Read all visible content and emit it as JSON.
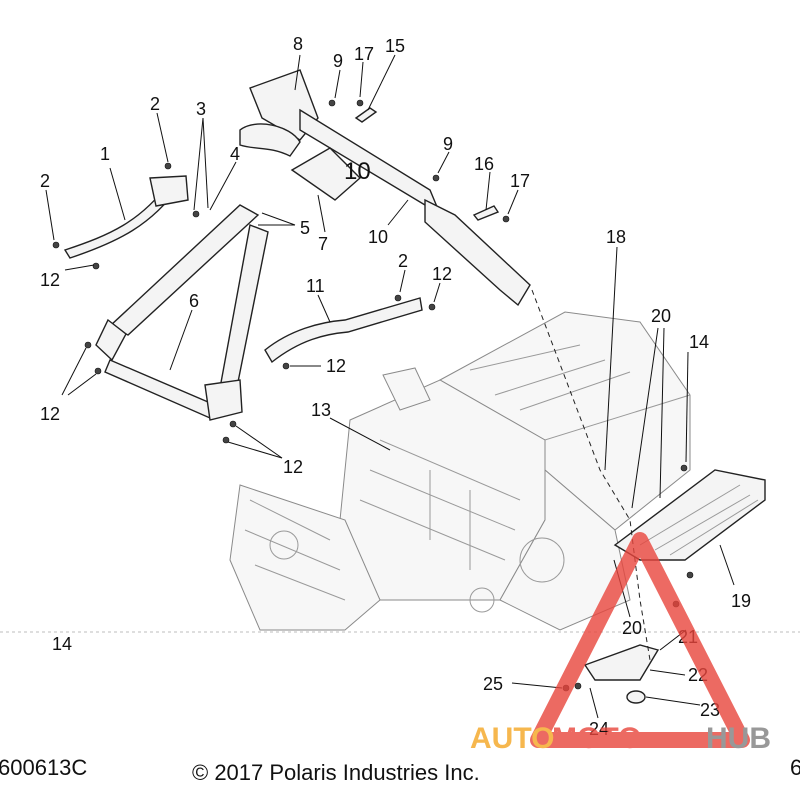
{
  "diagram": {
    "callouts": {
      "c1": "1",
      "c2a": "2",
      "c2b": "2",
      "c2c": "2",
      "c3": "3",
      "c4": "4",
      "c5": "5",
      "c6": "6",
      "c7": "7",
      "c8": "8",
      "c9a": "9",
      "c9b": "9",
      "c10a": "10",
      "c10b": "10",
      "c11": "11",
      "c12a": "12",
      "c12b": "12",
      "c12c": "12",
      "c12d": "12",
      "c12e": "12",
      "c13": "13",
      "c14a": "14",
      "c14b": "14",
      "c15": "15",
      "c16": "16",
      "c17a": "17",
      "c17b": "17",
      "c18": "18",
      "c19": "19",
      "c20a": "20",
      "c20b": "20",
      "c21": "21",
      "c22": "22",
      "c23": "23",
      "c24": "24",
      "c25": "25"
    }
  },
  "footer": {
    "diagram_id": "600613C",
    "copyright": "© 2017 Polaris Industries Inc.",
    "edge_mark": "6"
  },
  "watermark": {
    "part1": "AUTO",
    "part2": "MOTO",
    "part3": "HUB",
    "colors": {
      "orange": "#f5a623",
      "red": "#e8453c",
      "gray": "#7f7f7f"
    }
  }
}
